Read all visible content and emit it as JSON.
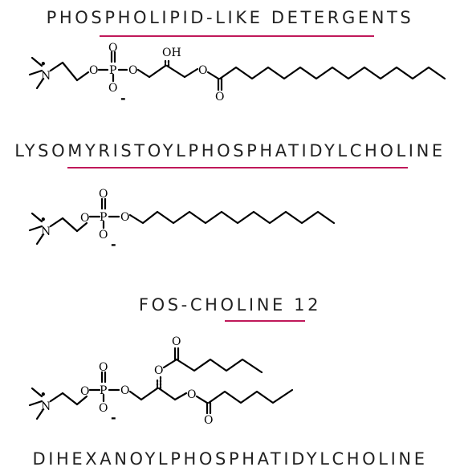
{
  "section_title": "PHOSPHOLIPID-LIKE DETERGENTS",
  "compounds": [
    {
      "name": "LYSOMYRISTOYLPHOSPHATIDYLCHOLINE"
    },
    {
      "name": "FOS-CHOLINE 12"
    },
    {
      "name": "DIHEXANOYLPHOSPHATIDYLCHOLINE"
    }
  ],
  "atoms": {
    "oxygen": "O",
    "phosphorus": "P",
    "nitrogen": "N",
    "hydroxyl": "OH",
    "negative_charge": "-"
  },
  "colors": {
    "accent": "#c0185a",
    "text": "#222222",
    "bond": "#000000"
  }
}
